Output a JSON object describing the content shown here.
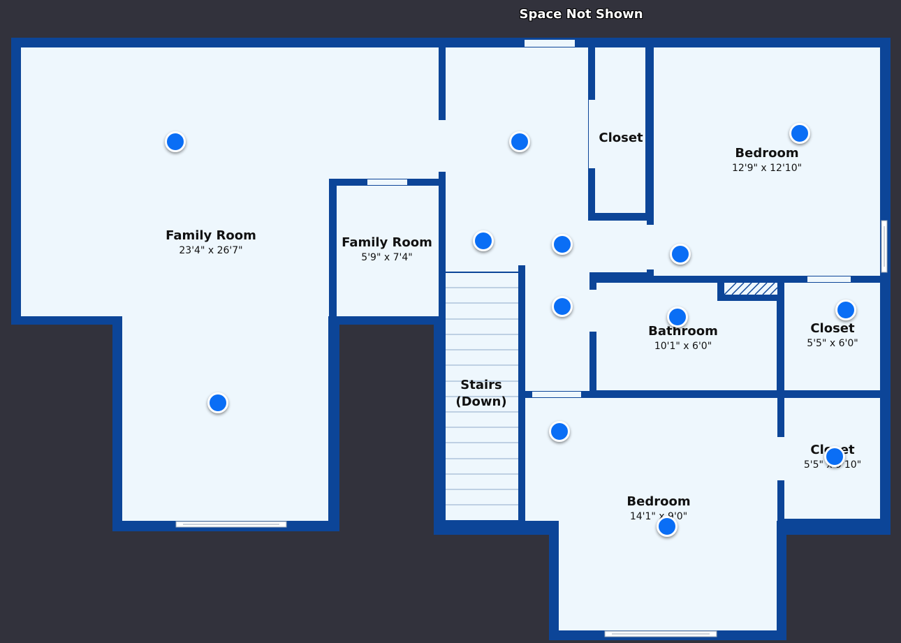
{
  "top_note": "Space Not Shown",
  "rooms": [
    {
      "name": "Family Room",
      "dims": "23'4\" x 26'7\""
    },
    {
      "name": "Family Room",
      "dims": "5'9\" x 7'4\""
    },
    {
      "name": "Closet",
      "dims": ""
    },
    {
      "name": "Bedroom",
      "dims": "12'9\" x 12'10\""
    },
    {
      "name": "Stairs",
      "dims": "(Down)"
    },
    {
      "name": "Bathroom",
      "dims": "10'1\" x 6'0\""
    },
    {
      "name": "Closet",
      "dims": "5'5\" x 6'0\""
    },
    {
      "name": "Closet",
      "dims": "5'5\" x 9'10\""
    },
    {
      "name": "Bedroom",
      "dims": "14'1\" x 9'0\""
    }
  ],
  "colors": {
    "background": "#32323c",
    "floor": "#eef7fd",
    "wall": "#0c4598",
    "photo_marker": "#0a6ef5"
  }
}
